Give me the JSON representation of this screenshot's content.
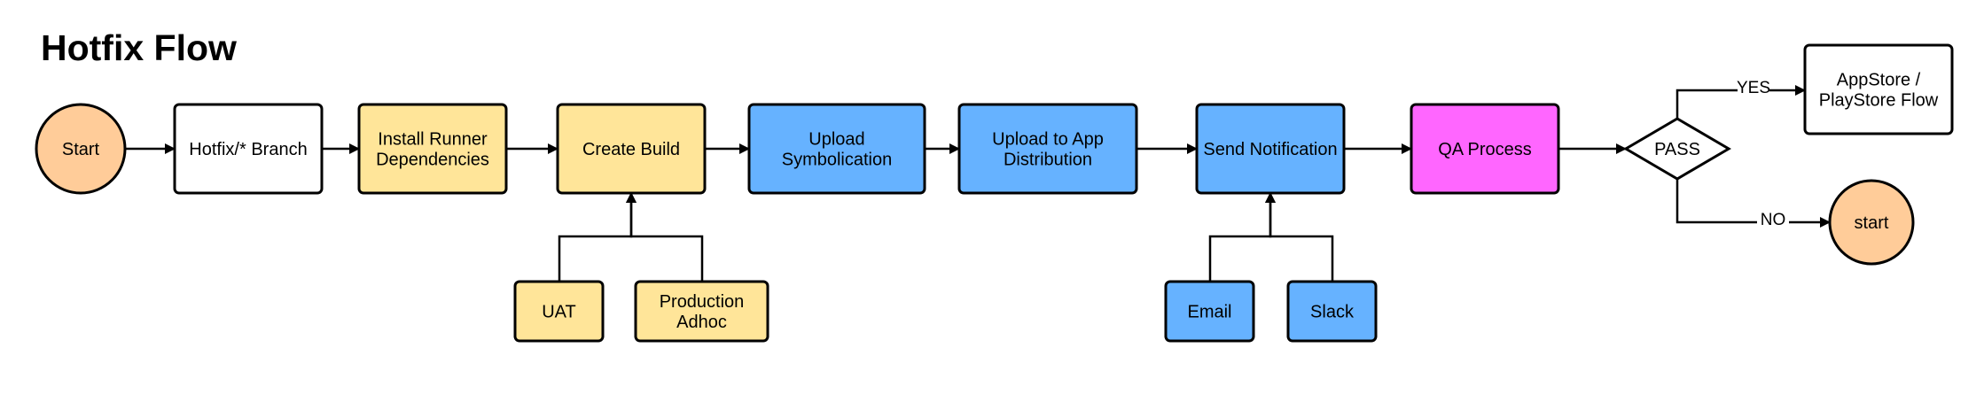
{
  "title": "Hotfix Flow",
  "colors": {
    "terminal": "#FFCC99",
    "process_white": "#FFFFFF",
    "build": "#FFE599",
    "distribution": "#66B2FF",
    "qa": "#FF66FF",
    "decision": "#FFFFFF"
  },
  "nodes": {
    "start": {
      "label": [
        "Start"
      ],
      "shape": "circle",
      "color": "terminal"
    },
    "branch": {
      "label": [
        "Hotfix/* Branch"
      ],
      "shape": "rect",
      "color": "process_white"
    },
    "install": {
      "label": [
        "Install Runner",
        "Dependencies"
      ],
      "shape": "rect",
      "color": "build"
    },
    "build": {
      "label": [
        "Create Build"
      ],
      "shape": "rect",
      "color": "build"
    },
    "symbol": {
      "label": [
        "Upload",
        "Symbolication"
      ],
      "shape": "rect",
      "color": "distribution"
    },
    "appdist": {
      "label": [
        "Upload to App",
        "Distribution"
      ],
      "shape": "rect",
      "color": "distribution"
    },
    "notify": {
      "label": [
        "Send Notification"
      ],
      "shape": "rect",
      "color": "distribution"
    },
    "qa": {
      "label": [
        "QA Process"
      ],
      "shape": "rect",
      "color": "qa"
    },
    "pass": {
      "label": [
        "PASS"
      ],
      "shape": "diamond",
      "color": "decision"
    },
    "store": {
      "label": [
        "AppStore /",
        "PlayStore Flow"
      ],
      "shape": "rect",
      "color": "process_white"
    },
    "restart": {
      "label": [
        "start"
      ],
      "shape": "circle",
      "color": "terminal"
    },
    "uat": {
      "label": [
        "UAT"
      ],
      "shape": "rect",
      "color": "build"
    },
    "adhoc": {
      "label": [
        "Production",
        "Adhoc"
      ],
      "shape": "rect",
      "color": "build"
    },
    "email": {
      "label": [
        "Email"
      ],
      "shape": "rect",
      "color": "distribution"
    },
    "slack": {
      "label": [
        "Slack"
      ],
      "shape": "rect",
      "color": "distribution"
    }
  },
  "edges": [
    {
      "from": "start",
      "to": "branch"
    },
    {
      "from": "branch",
      "to": "install"
    },
    {
      "from": "install",
      "to": "build"
    },
    {
      "from": "build",
      "to": "symbol"
    },
    {
      "from": "symbol",
      "to": "appdist"
    },
    {
      "from": "appdist",
      "to": "notify"
    },
    {
      "from": "notify",
      "to": "qa"
    },
    {
      "from": "qa",
      "to": "pass"
    },
    {
      "from": "pass",
      "to": "store",
      "label": "YES"
    },
    {
      "from": "pass",
      "to": "restart",
      "label": "NO"
    },
    {
      "from": "uat",
      "to": "build"
    },
    {
      "from": "adhoc",
      "to": "build"
    },
    {
      "from": "email",
      "to": "notify"
    },
    {
      "from": "slack",
      "to": "notify"
    }
  ]
}
